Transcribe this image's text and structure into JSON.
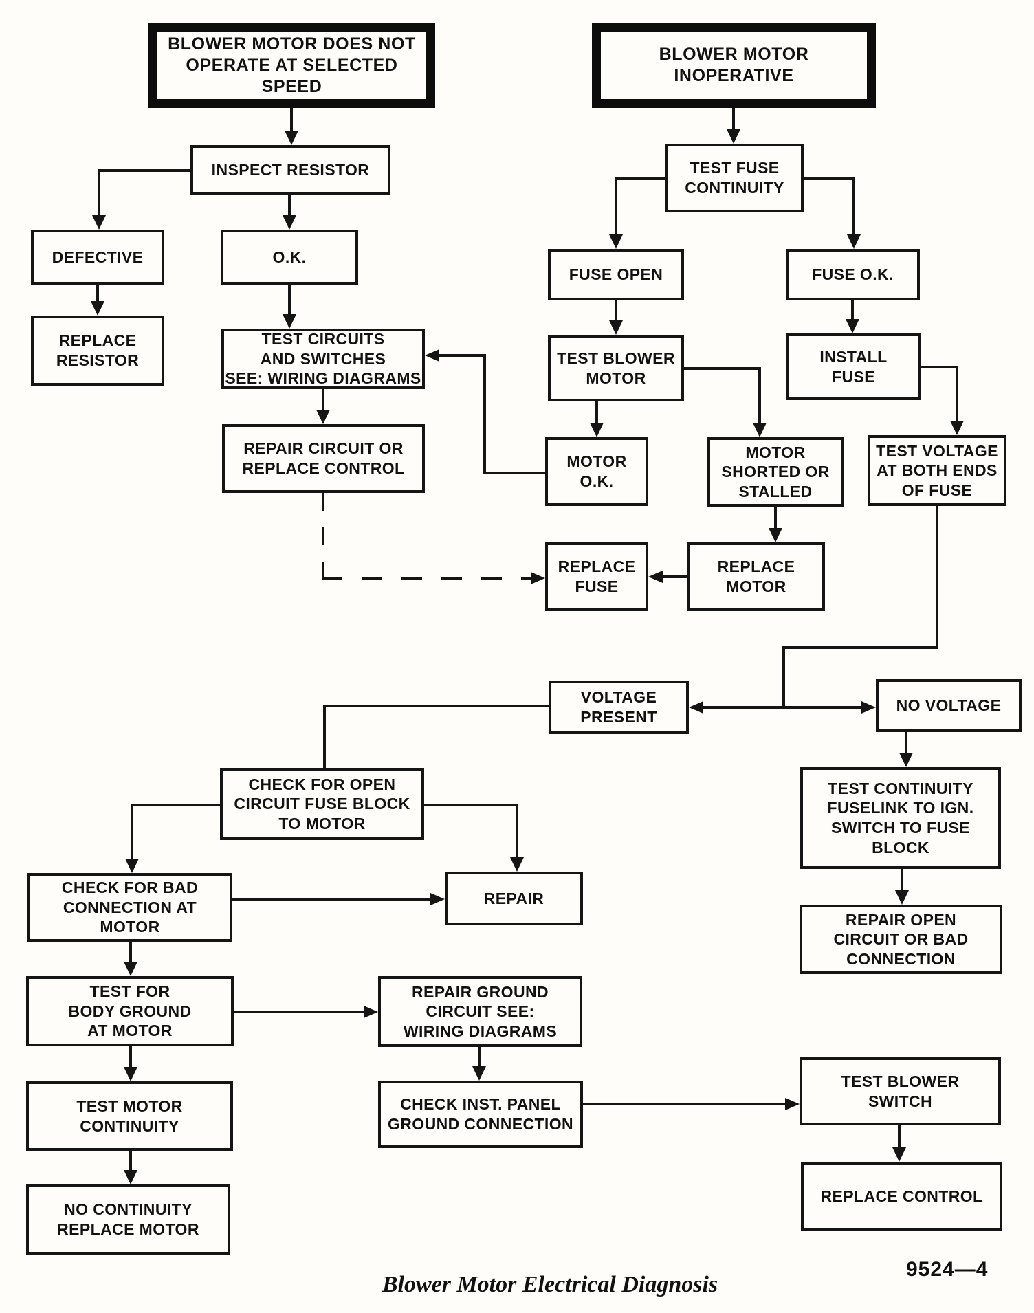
{
  "diagram": {
    "caption": "Blower Motor Electrical Diagnosis",
    "figure_number": "9524—4",
    "type": "troubleshooting-flowchart",
    "ink_color": "#151515",
    "background_color": "#fffdfa"
  },
  "nodes": {
    "blower_no_speed": {
      "label": "BLOWER MOTOR DOES NOT\nOPERATE AT SELECTED\nSPEED",
      "kind": "start"
    },
    "blower_inop": {
      "label": "BLOWER MOTOR\nINOPERATIVE",
      "kind": "start"
    },
    "inspect_resistor": {
      "label": "INSPECT RESISTOR"
    },
    "defective": {
      "label": "DEFECTIVE"
    },
    "ok": {
      "label": "O.K."
    },
    "replace_resistor": {
      "label": "REPLACE\nRESISTOR"
    },
    "test_circuits": {
      "label": "TEST CIRCUITS\nAND SWITCHES\nSEE: WIRING DIAGRAMS"
    },
    "repair_circuit": {
      "label": "REPAIR CIRCUIT OR\nREPLACE CONTROL"
    },
    "test_fuse": {
      "label": "TEST FUSE\nCONTINUITY"
    },
    "fuse_open": {
      "label": "FUSE OPEN"
    },
    "fuse_ok": {
      "label": "FUSE O.K."
    },
    "test_blower_motor": {
      "label": "TEST BLOWER\nMOTOR"
    },
    "install_fuse": {
      "label": "INSTALL\nFUSE"
    },
    "motor_ok": {
      "label": "MOTOR\nO.K."
    },
    "motor_shorted": {
      "label": "MOTOR\nSHORTED OR\nSTALLED"
    },
    "test_voltage": {
      "label": "TEST VOLTAGE\nAT BOTH ENDS\nOF FUSE"
    },
    "replace_fuse": {
      "label": "REPLACE\nFUSE"
    },
    "replace_motor": {
      "label": "REPLACE\nMOTOR"
    },
    "voltage_present": {
      "label": "VOLTAGE\nPRESENT"
    },
    "no_voltage": {
      "label": "NO VOLTAGE"
    },
    "test_continuity": {
      "label": "TEST CONTINUITY\nFUSELINK TO IGN.\nSWITCH TO FUSE\nBLOCK"
    },
    "repair_open": {
      "label": "REPAIR OPEN\nCIRCUIT OR BAD\nCONNECTION"
    },
    "check_open": {
      "label": "CHECK FOR OPEN\nCIRCUIT FUSE BLOCK\nTO MOTOR"
    },
    "repair": {
      "label": "REPAIR"
    },
    "check_bad": {
      "label": "CHECK FOR BAD\nCONNECTION AT\nMOTOR"
    },
    "test_body_ground": {
      "label": "TEST FOR\nBODY GROUND\nAT MOTOR"
    },
    "repair_ground": {
      "label": "REPAIR GROUND\nCIRCUIT SEE:\nWIRING DIAGRAMS"
    },
    "test_motor_cont": {
      "label": "TEST MOTOR\nCONTINUITY"
    },
    "check_inst": {
      "label": "CHECK INST. PANEL\nGROUND CONNECTION"
    },
    "test_blower_switch": {
      "label": "TEST BLOWER\nSWITCH"
    },
    "replace_control": {
      "label": "REPLACE CONTROL"
    },
    "no_continuity": {
      "label": "NO CONTINUITY\nREPLACE MOTOR"
    }
  },
  "edges": [
    {
      "from": "blower_no_speed",
      "to": "inspect_resistor"
    },
    {
      "from": "inspect_resistor",
      "to": "defective"
    },
    {
      "from": "inspect_resistor",
      "to": "ok"
    },
    {
      "from": "defective",
      "to": "replace_resistor"
    },
    {
      "from": "ok",
      "to": "test_circuits"
    },
    {
      "from": "test_circuits",
      "to": "repair_circuit"
    },
    {
      "from": "motor_ok",
      "to": "test_circuits"
    },
    {
      "from": "repair_circuit",
      "to": "replace_fuse",
      "style": "dashed"
    },
    {
      "from": "blower_inop",
      "to": "test_fuse"
    },
    {
      "from": "test_fuse",
      "to": "fuse_open"
    },
    {
      "from": "test_fuse",
      "to": "fuse_ok"
    },
    {
      "from": "fuse_open",
      "to": "test_blower_motor"
    },
    {
      "from": "fuse_ok",
      "to": "install_fuse"
    },
    {
      "from": "test_blower_motor",
      "to": "motor_ok"
    },
    {
      "from": "test_blower_motor",
      "to": "motor_shorted"
    },
    {
      "from": "install_fuse",
      "to": "test_voltage"
    },
    {
      "from": "motor_shorted",
      "to": "replace_motor"
    },
    {
      "from": "replace_motor",
      "to": "replace_fuse"
    },
    {
      "from": "test_voltage",
      "to": "voltage_present"
    },
    {
      "from": "test_voltage",
      "to": "no_voltage"
    },
    {
      "from": "no_voltage",
      "to": "test_continuity"
    },
    {
      "from": "test_continuity",
      "to": "repair_open"
    },
    {
      "from": "voltage_present",
      "to": "check_open"
    },
    {
      "from": "check_open",
      "to": "check_bad"
    },
    {
      "from": "check_open",
      "to": "repair"
    },
    {
      "from": "check_bad",
      "to": "repair"
    },
    {
      "from": "check_bad",
      "to": "test_body_ground"
    },
    {
      "from": "test_body_ground",
      "to": "repair_ground"
    },
    {
      "from": "test_body_ground",
      "to": "test_motor_cont"
    },
    {
      "from": "repair_ground",
      "to": "check_inst"
    },
    {
      "from": "check_inst",
      "to": "test_blower_switch"
    },
    {
      "from": "test_blower_switch",
      "to": "replace_control"
    },
    {
      "from": "test_motor_cont",
      "to": "no_continuity"
    }
  ]
}
